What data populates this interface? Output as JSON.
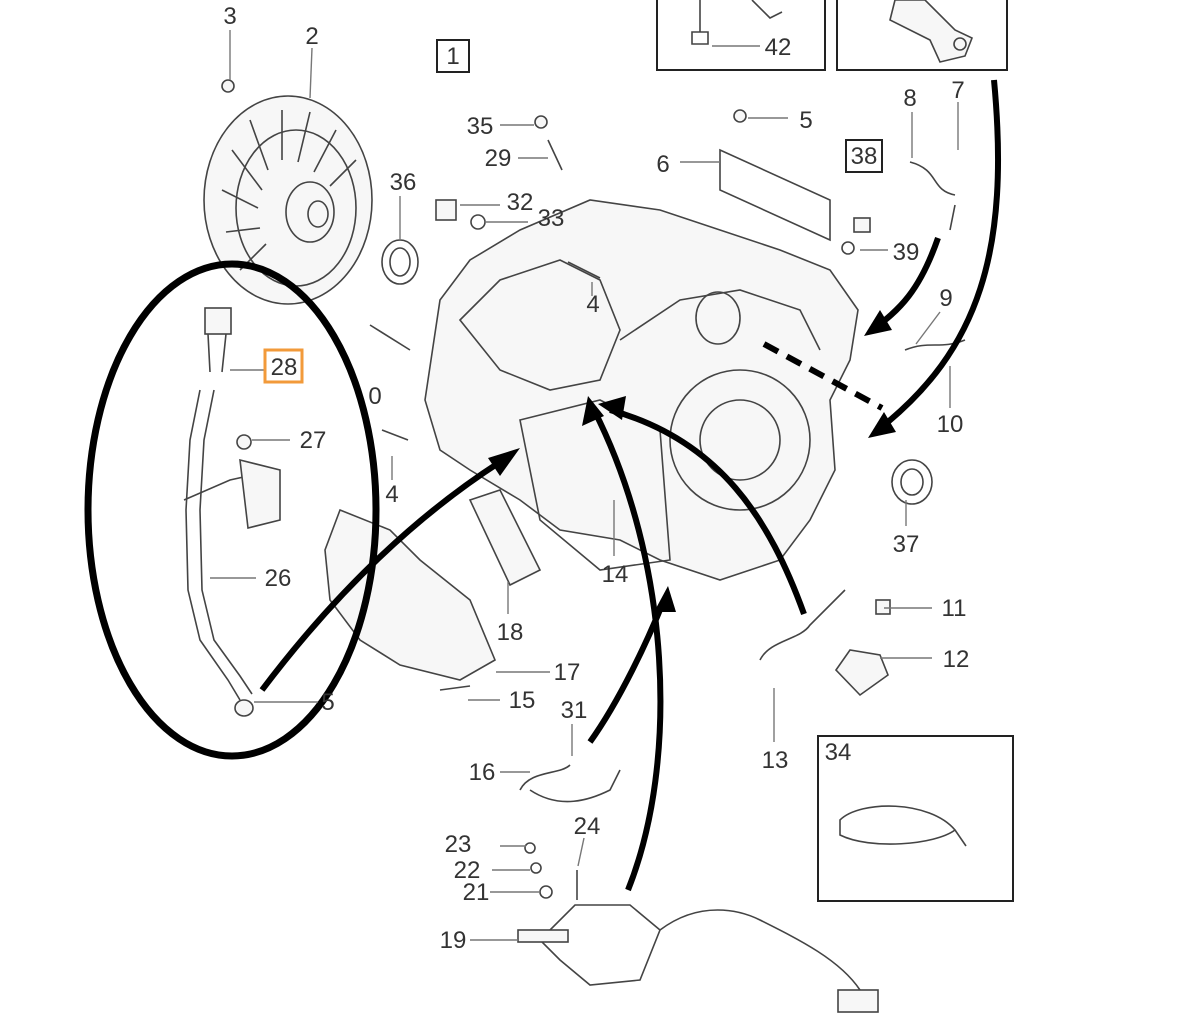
{
  "colors": {
    "highlight": "#f29a3a",
    "ink": "#000000",
    "line": "#444444",
    "label": "#333333"
  },
  "labels": {
    "l1": "1",
    "l2": "2",
    "l3": "3",
    "l4a": "4",
    "l4b": "4",
    "l5a": "5",
    "l5b": "5",
    "l6": "6",
    "l7": "7",
    "l8": "8",
    "l9": "9",
    "l10a": "10",
    "l10b": "0",
    "l11": "11",
    "l12": "12",
    "l13": "13",
    "l14": "14",
    "l15": "15",
    "l16": "16",
    "l17": "17",
    "l18": "18",
    "l19": "19",
    "l21": "21",
    "l22": "22",
    "l23": "23",
    "l24": "24",
    "l26": "26",
    "l27": "27",
    "l28": "28",
    "l29": "29",
    "l31": "31",
    "l32": "32",
    "l33": "33",
    "l34": "34",
    "l35": "35",
    "l36": "36",
    "l37": "37",
    "l38": "38",
    "l39": "39",
    "l42": "42"
  }
}
